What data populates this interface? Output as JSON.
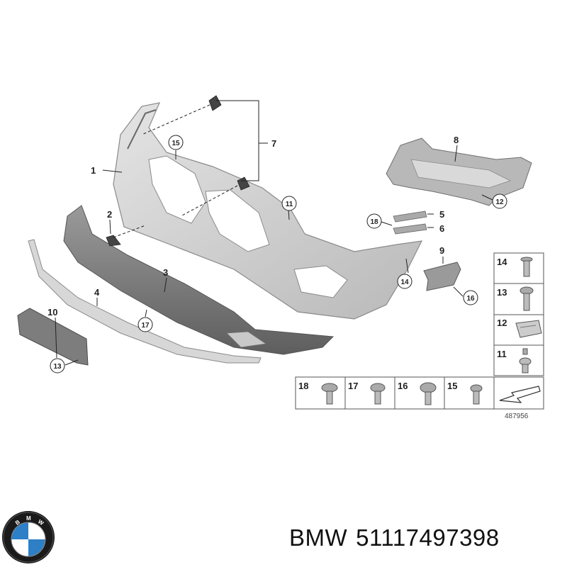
{
  "diagram": {
    "drawing_number": "487956",
    "labels": {
      "l1": "1",
      "l2": "2",
      "l3": "3",
      "l4": "4",
      "l5": "5",
      "l6": "6",
      "l7": "7",
      "l8": "8",
      "l9": "9",
      "l10": "10",
      "c11": "11",
      "c12": "12",
      "c13": "13",
      "c14": "14",
      "c15": "15",
      "c16": "16",
      "c17": "17",
      "c18": "18"
    },
    "legend_right": [
      "14",
      "13",
      "12",
      "11"
    ],
    "legend_bottom": [
      "18",
      "17",
      "16",
      "15"
    ]
  },
  "caption": {
    "brand": "BMW",
    "part_number": "51117497398"
  },
  "colors": {
    "part_fill": "#c9c9c9",
    "part_stroke": "#8a8a8a",
    "line": "#222222"
  }
}
